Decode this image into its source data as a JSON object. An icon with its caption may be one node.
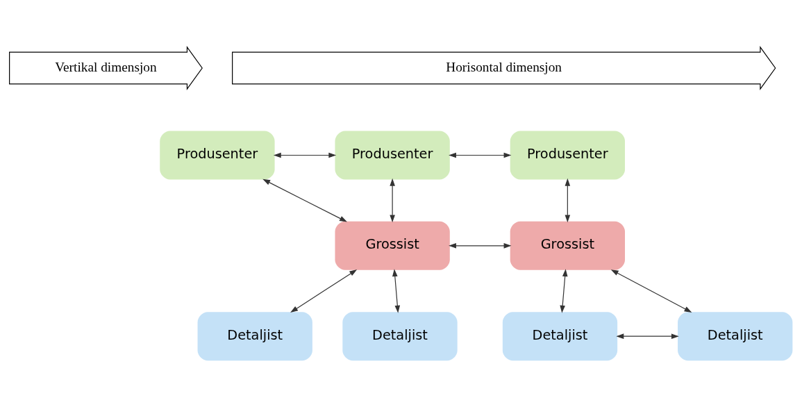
{
  "diagram": {
    "nodes": [
      {
        "text": [
          "Horisontal dimensjon"
        ]
      },
      {
        "text": [
          "Vertikal dimensjon"
        ]
      },
      {
        "text": [
          "Produsenter"
        ]
      },
      {
        "text": [
          "Produsenter"
        ]
      },
      {
        "text": [
          "Produsenter"
        ]
      },
      {
        "text": [
          "Grossist"
        ]
      },
      {
        "text": [
          "Grossist"
        ]
      },
      {
        "text": [
          "Detaljist"
        ]
      },
      {
        "text": [
          "Detaljist"
        ]
      },
      {
        "text": [
          "Detaljist"
        ]
      },
      {
        "text": [
          "Detaljist"
        ]
      }
    ],
    "edges": [
      {
        "from": 2,
        "to": 3,
        "arrow": "both"
      },
      {
        "from": 3,
        "to": 4,
        "arrow": "both"
      },
      {
        "from": 2,
        "to": 5,
        "arrow": "both"
      },
      {
        "from": 3,
        "to": 5,
        "arrow": "both"
      },
      {
        "from": 4,
        "to": 6,
        "arrow": "both"
      },
      {
        "from": 5,
        "to": 6,
        "arrow": "both"
      },
      {
        "from": 5,
        "to": 7,
        "arrow": "both"
      },
      {
        "from": 5,
        "to": 8,
        "arrow": "both"
      },
      {
        "from": 6,
        "to": 9,
        "arrow": "both"
      },
      {
        "from": 6,
        "to": 10,
        "arrow": "both"
      },
      {
        "from": 9,
        "to": 10,
        "arrow": "both"
      }
    ]
  }
}
